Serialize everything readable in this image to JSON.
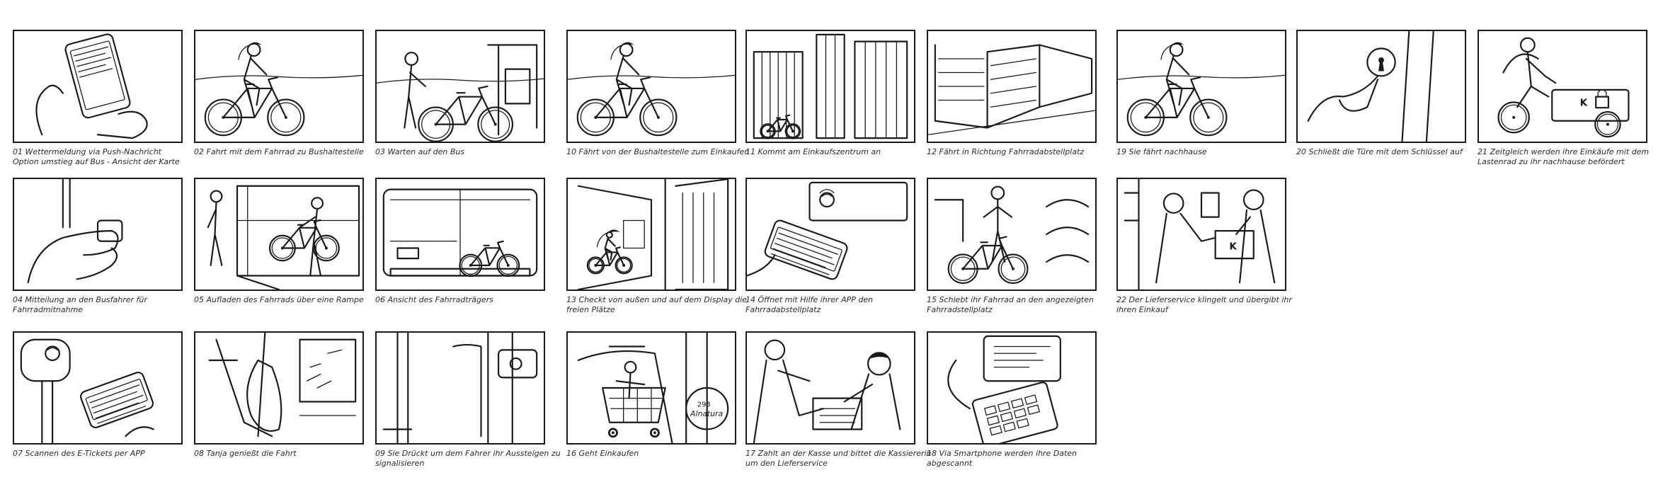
{
  "panels": [
    {
      "id": "01",
      "lines": [
        "01 Wettermeldung via Push-Nachricht",
        "Option umstieg auf Bus - Ansicht der Karte"
      ],
      "icon": "phone-in-hand"
    },
    {
      "id": "02",
      "lines": [
        "02 Fahrt mit dem Fahrrad zu Bushaltestelle"
      ],
      "icon": "cyclist"
    },
    {
      "id": "03",
      "lines": [
        "03 Warten auf den Bus"
      ],
      "icon": "person-with-bike-at-stop"
    },
    {
      "id": "10",
      "lines": [
        "10 Fährt von der Bushaltestelle zum Einkaufen"
      ],
      "icon": "cyclist"
    },
    {
      "id": "11",
      "lines": [
        "11 Kommt am Einkaufszentrum an"
      ],
      "icon": "buildings"
    },
    {
      "id": "12",
      "lines": [
        "12 Fährt in Richtung Fahrradabstellplatz"
      ],
      "icon": "building-perspective"
    },
    {
      "id": "19",
      "lines": [
        "19 Sie fährt nachhause"
      ],
      "icon": "cyclist"
    },
    {
      "id": "20",
      "lines": [
        "20 Schließt die Türe mit dem Schlüssel auf"
      ],
      "icon": "key-in-lock"
    },
    {
      "id": "21",
      "lines": [
        "21 Zeitgleich werden ihre Einkäufe mit dem",
        "Lastenrad zu ihr nachhause befördert"
      ],
      "icon": "cargo-bike"
    },
    {
      "id": "04",
      "lines": [
        "04 Mitteilung an den Busfahrer für",
        "Fahrradmitnahme"
      ],
      "icon": "hand-pressing-button"
    },
    {
      "id": "05",
      "lines": [
        "05 Aufladen des Fahrrads über eine Rampe"
      ],
      "icon": "loading-bike-bus"
    },
    {
      "id": "06",
      "lines": [
        "06 Ansicht des Fahrradträgers"
      ],
      "icon": "bus-bike-rack"
    },
    {
      "id": "13",
      "lines": [
        "13 Checkt von außen und auf dem Display die",
        "freien Plätze"
      ],
      "icon": "bike-parking-check"
    },
    {
      "id": "14",
      "lines": [
        "14 Öffnet mit Hilfe ihrer APP den",
        "Fahrradabstellplatz"
      ],
      "icon": "phone-nfc"
    },
    {
      "id": "15",
      "lines": [
        "15 Schiebt ihr Fahrrad an den angezeigten",
        "Fahrradstellplatz"
      ],
      "icon": "pushing-bike"
    },
    {
      "id": "22",
      "lines": [
        "22 Der Lieferservice klingelt und übergibt ihr",
        "ihren Einkauf"
      ],
      "icon": "delivery-handover"
    },
    {
      "id": "07",
      "lines": [
        "07 Scannen des E-Tickets per APP"
      ],
      "icon": "phone-scan"
    },
    {
      "id": "08",
      "lines": [
        "08 Tanja genießt die Fahrt"
      ],
      "icon": "bus-interior"
    },
    {
      "id": "09",
      "lines": [
        "09 Sie Drückt um dem Fahrer ihr Aussteigen zu",
        "signalisieren"
      ],
      "icon": "stop-button"
    },
    {
      "id": "16",
      "lines": [
        "16 Geht Einkaufen"
      ],
      "icon": "shopping-cart"
    },
    {
      "id": "17",
      "lines": [
        "17 Zahlt an der Kasse und bittet die Kassiererin",
        "um den Lieferservice"
      ],
      "icon": "checkout"
    },
    {
      "id": "18",
      "lines": [
        "18 Via Smartphone werden ihre Daten",
        "abgescannt"
      ],
      "icon": "phone-on-terminal"
    }
  ],
  "labels": {
    "store_sign": "Alnatura",
    "store_sign_num": "293",
    "package_letter": "K",
    "cargo_letter": "K"
  }
}
